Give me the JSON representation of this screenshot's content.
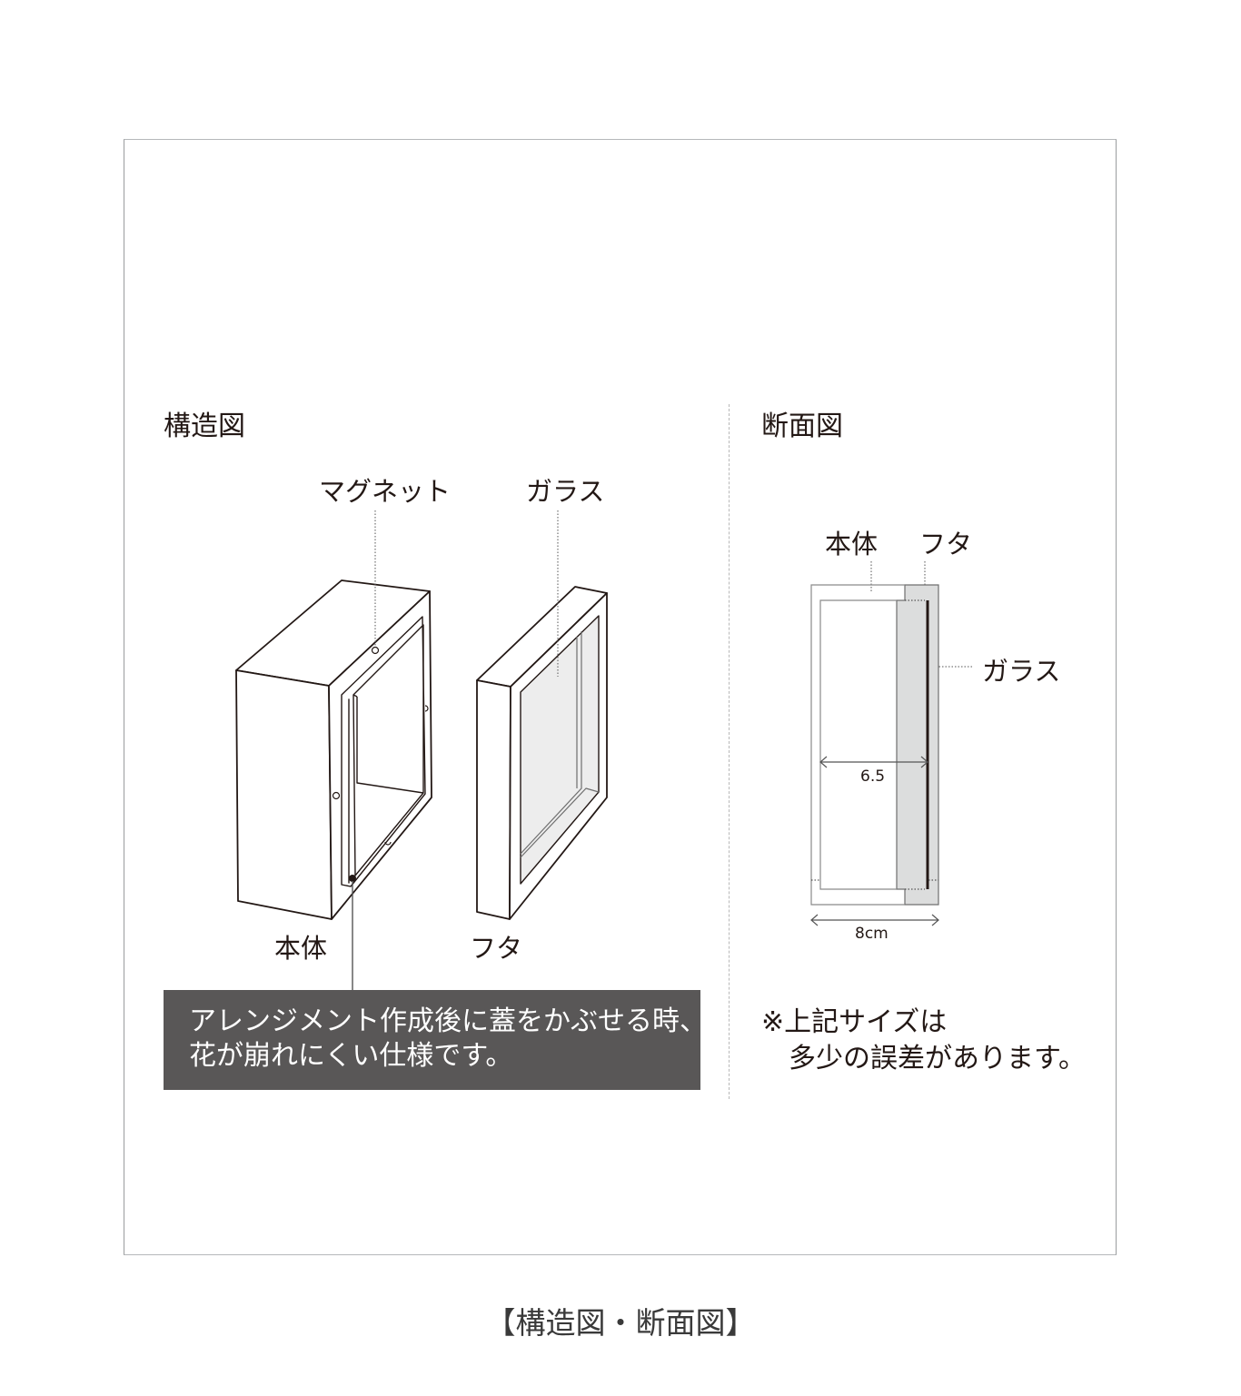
{
  "structure_section": {
    "title": "構造図",
    "labels": {
      "magnet": "マグネット",
      "glass": "ガラス",
      "body": "本体",
      "lid": "フタ"
    },
    "note": {
      "line1": "アレンジメント作成後に蓋をかぶせる時、",
      "line2": "花が崩れにくい仕様です。",
      "background_color": "#595757",
      "text_color": "#ffffff"
    }
  },
  "cross_section": {
    "title": "断面図",
    "labels": {
      "body": "本体",
      "lid": "フタ",
      "glass": "ガラス"
    },
    "dimensions": {
      "inner_depth": "6.5",
      "outer_depth": "8cm"
    },
    "lid_fill_color": "#dcdddd",
    "disclaimer": {
      "line1": "※上記サイズは",
      "line2": "　多少の誤差があります。"
    }
  },
  "caption": "【構造図・断面図】"
}
